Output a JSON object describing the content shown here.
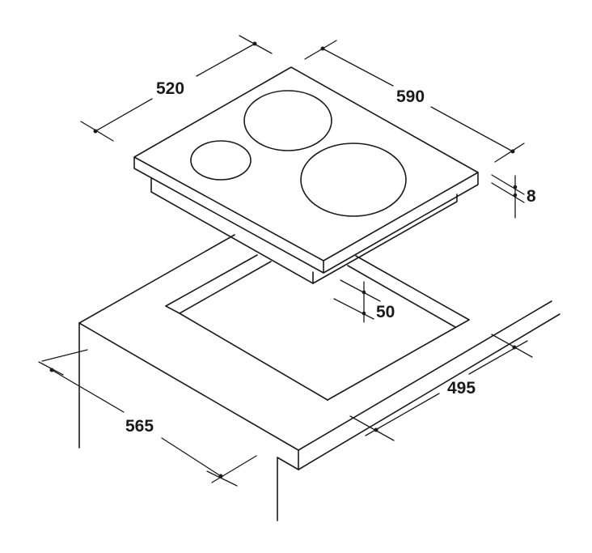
{
  "diagram": {
    "type": "installation-dimension-drawing",
    "subject": "built-in hob with three cooking zones over countertop cut-out",
    "line_color": "#1a1a1a",
    "background": "#ffffff",
    "hob": {
      "cooking_zones": 3,
      "dimensions": {
        "depth": "520",
        "width": "590",
        "glass_thickness": "8"
      }
    },
    "cutout": {
      "dimensions": {
        "depth": "50",
        "width": "495",
        "length": "565"
      }
    }
  }
}
